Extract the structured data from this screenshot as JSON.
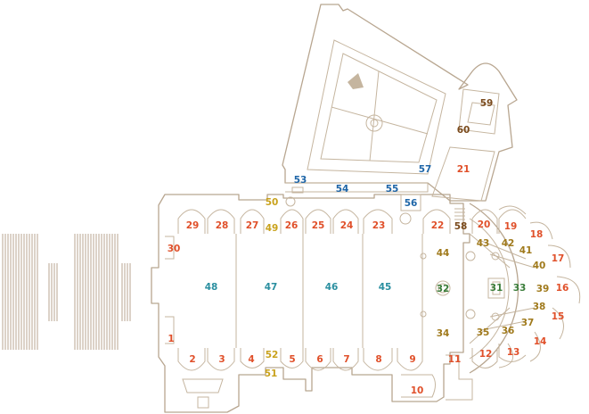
{
  "colors": {
    "wall": "#b8a690",
    "red": "#e0502a",
    "gold": "#c9a21c",
    "olive": "#a07a1c",
    "teal": "#2a8fa0",
    "blue": "#1f66a8",
    "green": "#3a7d3a",
    "brown": "#7a4a1c"
  },
  "labels": [
    {
      "id": "1",
      "t": "1",
      "c": "red"
    },
    {
      "id": "2",
      "t": "2",
      "c": "red"
    },
    {
      "id": "3",
      "t": "3",
      "c": "red"
    },
    {
      "id": "4",
      "t": "4",
      "c": "red"
    },
    {
      "id": "5",
      "t": "5",
      "c": "red"
    },
    {
      "id": "6",
      "t": "6",
      "c": "red"
    },
    {
      "id": "7",
      "t": "7",
      "c": "red"
    },
    {
      "id": "8",
      "t": "8",
      "c": "red"
    },
    {
      "id": "9",
      "t": "9",
      "c": "red"
    },
    {
      "id": "10",
      "t": "10",
      "c": "red"
    },
    {
      "id": "11",
      "t": "11",
      "c": "red"
    },
    {
      "id": "12",
      "t": "12",
      "c": "red"
    },
    {
      "id": "13",
      "t": "13",
      "c": "red"
    },
    {
      "id": "14",
      "t": "14",
      "c": "red"
    },
    {
      "id": "15",
      "t": "15",
      "c": "red"
    },
    {
      "id": "16",
      "t": "16",
      "c": "red"
    },
    {
      "id": "17",
      "t": "17",
      "c": "red"
    },
    {
      "id": "18",
      "t": "18",
      "c": "red"
    },
    {
      "id": "19",
      "t": "19",
      "c": "red"
    },
    {
      "id": "20",
      "t": "20",
      "c": "red"
    },
    {
      "id": "21",
      "t": "21",
      "c": "red"
    },
    {
      "id": "22",
      "t": "22",
      "c": "red"
    },
    {
      "id": "23",
      "t": "23",
      "c": "red"
    },
    {
      "id": "24",
      "t": "24",
      "c": "red"
    },
    {
      "id": "25",
      "t": "25",
      "c": "red"
    },
    {
      "id": "26",
      "t": "26",
      "c": "red"
    },
    {
      "id": "27",
      "t": "27",
      "c": "red"
    },
    {
      "id": "28",
      "t": "28",
      "c": "red"
    },
    {
      "id": "29",
      "t": "29",
      "c": "red"
    },
    {
      "id": "30",
      "t": "30",
      "c": "red"
    },
    {
      "id": "31",
      "t": "31",
      "c": "green"
    },
    {
      "id": "32",
      "t": "32",
      "c": "green"
    },
    {
      "id": "33",
      "t": "33",
      "c": "green"
    },
    {
      "id": "34",
      "t": "34",
      "c": "olive"
    },
    {
      "id": "35",
      "t": "35",
      "c": "olive"
    },
    {
      "id": "36",
      "t": "36",
      "c": "olive"
    },
    {
      "id": "37",
      "t": "37",
      "c": "olive"
    },
    {
      "id": "38",
      "t": "38",
      "c": "olive"
    },
    {
      "id": "39",
      "t": "39",
      "c": "olive"
    },
    {
      "id": "40",
      "t": "40",
      "c": "olive"
    },
    {
      "id": "41",
      "t": "41",
      "c": "olive"
    },
    {
      "id": "42",
      "t": "42",
      "c": "olive"
    },
    {
      "id": "43",
      "t": "43",
      "c": "olive"
    },
    {
      "id": "44",
      "t": "44",
      "c": "olive"
    },
    {
      "id": "45",
      "t": "45",
      "c": "teal"
    },
    {
      "id": "46",
      "t": "46",
      "c": "teal"
    },
    {
      "id": "47",
      "t": "47",
      "c": "teal"
    },
    {
      "id": "48",
      "t": "48",
      "c": "teal"
    },
    {
      "id": "49",
      "t": "49",
      "c": "gold"
    },
    {
      "id": "50",
      "t": "50",
      "c": "gold"
    },
    {
      "id": "51",
      "t": "51",
      "c": "gold"
    },
    {
      "id": "52",
      "t": "52",
      "c": "gold"
    },
    {
      "id": "53",
      "t": "53",
      "c": "blue"
    },
    {
      "id": "54",
      "t": "54",
      "c": "blue"
    },
    {
      "id": "55",
      "t": "55",
      "c": "blue"
    },
    {
      "id": "56",
      "t": "56",
      "c": "blue"
    },
    {
      "id": "57",
      "t": "57",
      "c": "blue"
    },
    {
      "id": "58",
      "t": "58",
      "c": "brown"
    },
    {
      "id": "59",
      "t": "59",
      "c": "brown"
    },
    {
      "id": "60",
      "t": "60",
      "c": "brown"
    }
  ]
}
